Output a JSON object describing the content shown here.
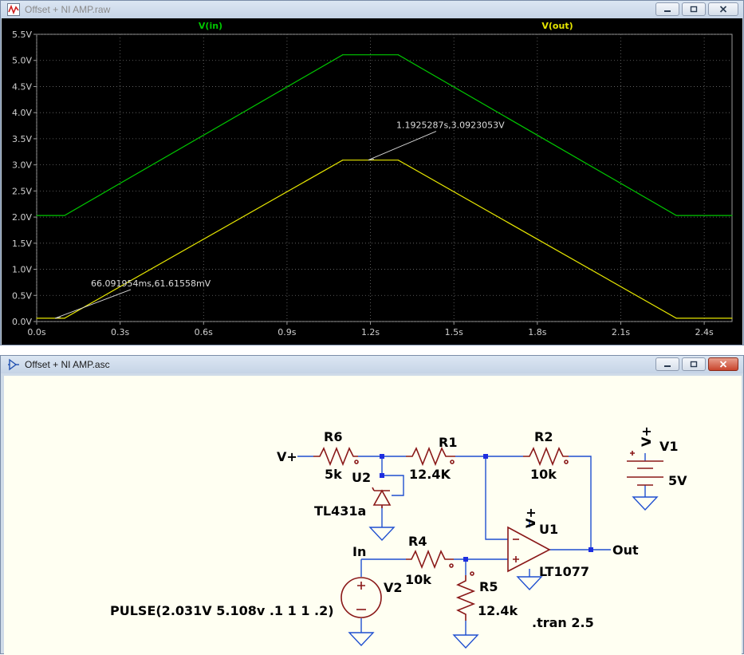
{
  "waveform_window": {
    "title": "Offset + NI AMP.raw",
    "icon": "waveform-icon",
    "buttons": [
      "minimize",
      "maximize",
      "close"
    ]
  },
  "schematic_window": {
    "title": "Offset + NI AMP.asc",
    "icon": "schematic-icon",
    "buttons": [
      "minimize",
      "maximize",
      "close"
    ]
  },
  "colors": {
    "plot_background": "#000000",
    "vin_trace": "#00c800",
    "vout_trace": "#e6e600",
    "grid": "#6f6f6f",
    "axis_text": "#d0d0d0",
    "schematic_wire": "#1f4fd0",
    "schematic_component": "#8a1818",
    "schematic_background": "#fffff2",
    "junction": "#1e2ee0"
  },
  "chart_data": {
    "type": "line",
    "title": "",
    "xlabel": "",
    "ylabel": "",
    "xlim": [
      0,
      2.5
    ],
    "ylim": [
      0,
      5.5
    ],
    "x_ticks": [
      0,
      0.3,
      0.6,
      0.9,
      1.2,
      1.5,
      1.8,
      2.1,
      2.4
    ],
    "x_tick_labels": [
      "0.0s",
      "0.3s",
      "0.6s",
      "0.9s",
      "1.2s",
      "1.5s",
      "1.8s",
      "2.1s",
      "2.4s"
    ],
    "y_ticks": [
      0,
      0.5,
      1.0,
      1.5,
      2.0,
      2.5,
      3.0,
      3.5,
      4.0,
      4.5,
      5.0,
      5.5
    ],
    "y_tick_labels": [
      "0.0V",
      "0.5V",
      "1.0V",
      "1.5V",
      "2.0V",
      "2.5V",
      "3.0V",
      "3.5V",
      "4.0V",
      "4.5V",
      "5.0V",
      "5.5V"
    ],
    "grid": true,
    "legend": "top",
    "series": [
      {
        "name": "V(in)",
        "color": "#00c800",
        "x": [
          0,
          0.1,
          1.1,
          1.3,
          2.3,
          2.5
        ],
        "y": [
          2.031,
          2.031,
          5.108,
          5.108,
          2.031,
          2.031
        ]
      },
      {
        "name": "V(out)",
        "color": "#e6e600",
        "x": [
          0,
          0.1,
          1.1,
          1.3,
          2.3,
          2.5
        ],
        "y": [
          0.062,
          0.062,
          3.09,
          3.09,
          0.062,
          0.062
        ]
      }
    ],
    "annotations": [
      {
        "text": "1.1925287s,3.0923053V",
        "x": 1.1925287,
        "y": 3.0923053
      },
      {
        "text": "66.091954ms,61.61558mV",
        "x": 0.066091954,
        "y": 0.06161558
      }
    ]
  },
  "schematic": {
    "labels": {
      "vplus_in": "V+",
      "r6": "R6",
      "r6_val": "5k",
      "u2": "U2",
      "u2_model": "TL431a",
      "r1": "R1",
      "r1_val": "12.4K",
      "r2": "R2",
      "r2_val": "10k",
      "v1": "V1",
      "v1_val": "5V",
      "v1_node": "V+",
      "u1": "U1",
      "u1_model": "LT1077",
      "u1_supply": "V+",
      "in_node": "In",
      "r4": "R4",
      "r4_val": "10k",
      "v2": "V2",
      "v2_val": "PULSE(2.031V 5.108v .1 1 1 .2)",
      "r5": "R5",
      "r5_val": "12.4k",
      "out_node": "Out",
      "directive": ".tran 2.5"
    }
  }
}
